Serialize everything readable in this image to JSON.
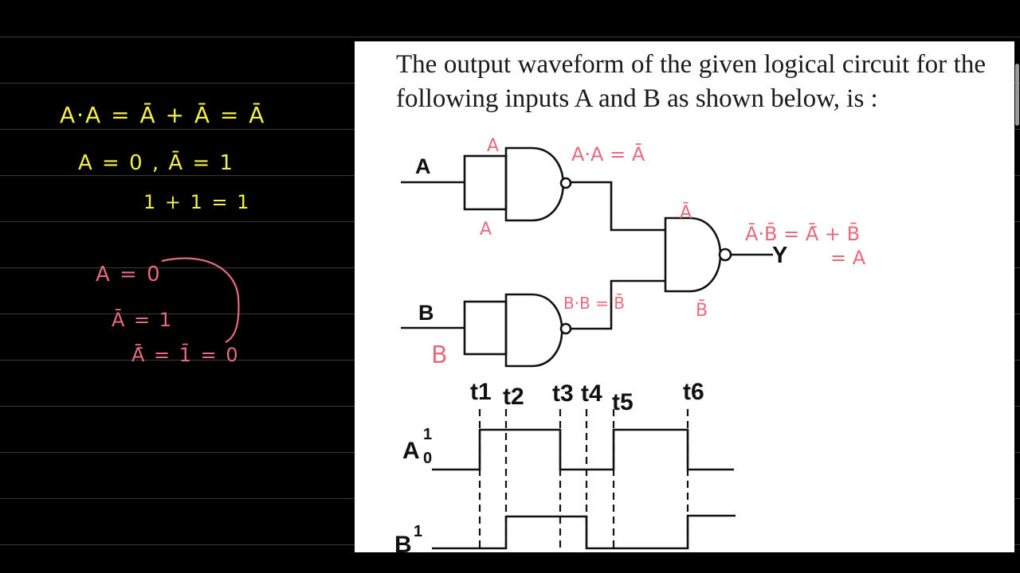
{
  "question": {
    "text": "The output waveform of the given logical circuit for the following inputs A and B as shown below, is :"
  },
  "left_notes": {
    "line1": "A·A = Ā + Ā = Ā",
    "line2": "A = 0 , Ā = 1",
    "line3": "1 + 1 = 1",
    "line4": "A = 0",
    "line5": "Ā = 1",
    "line6": "Ā̄ = 1̄ = 0"
  },
  "circuit": {
    "input_a": "A",
    "input_b": "B",
    "output_y": "Y",
    "note_a_top": "A",
    "note_a_bottom": "A",
    "note_gate1": "A·A = Ā",
    "note_gate3_top": "Ā",
    "note_gate3_bottom": "B̄",
    "note_gate2": "B·B = B̄",
    "note_b": "B",
    "note_output": "Ā·B̄ = Ā̄ + B̄̄",
    "note_output2": "= A"
  },
  "waveform": {
    "times": [
      "t1",
      "t2",
      "t3",
      "t4",
      "t5",
      "t6"
    ],
    "signal_a": "A",
    "signal_b": "B",
    "level_high": "1",
    "level_low": "0"
  },
  "colors": {
    "annotation_pink": "#e76b7d",
    "annotation_yellow": "#f4f04a"
  }
}
